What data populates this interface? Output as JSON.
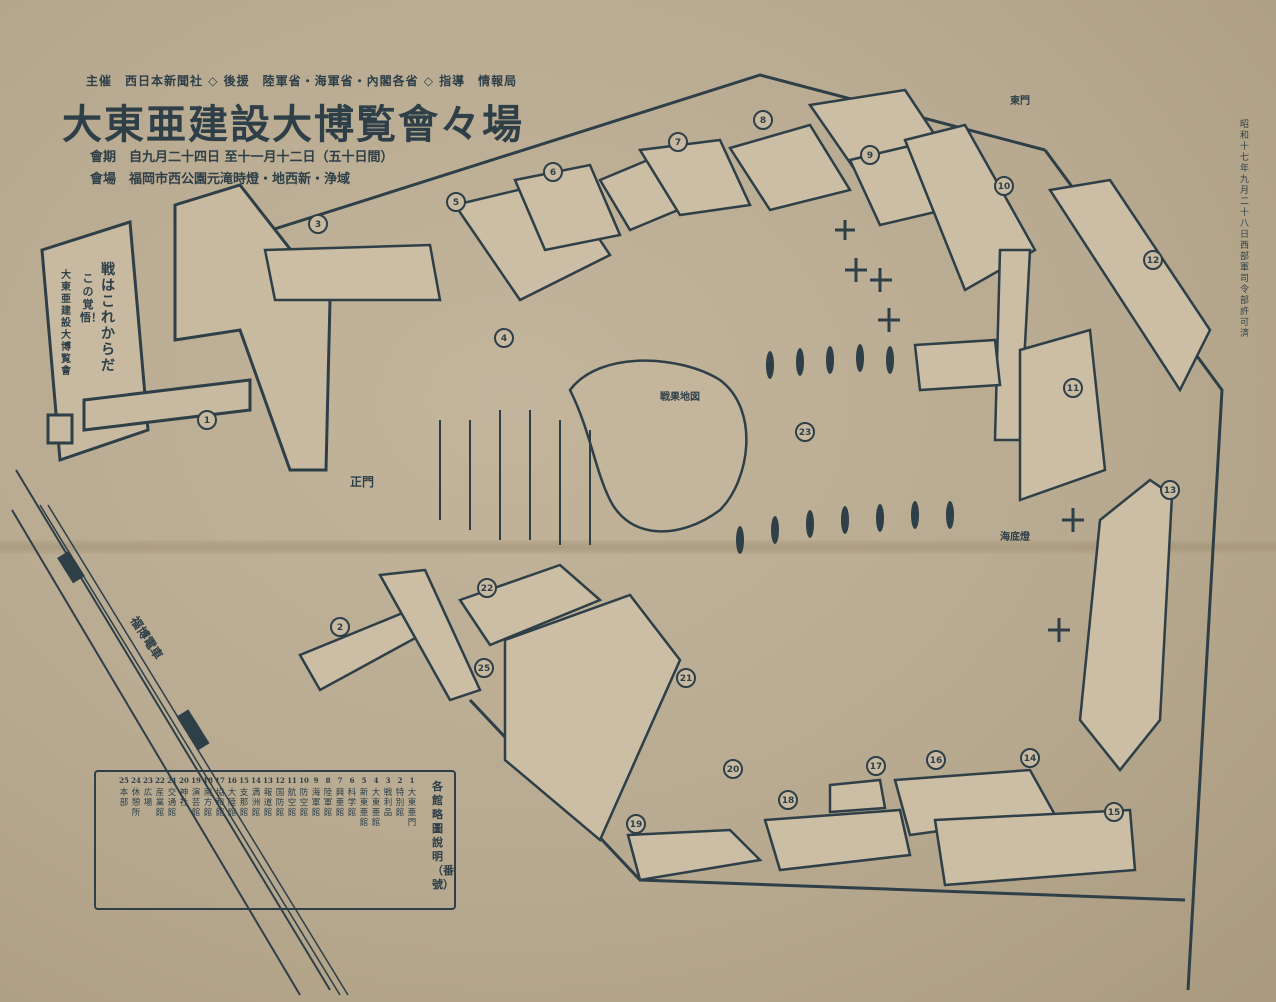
{
  "header": {
    "sponsors": "主催　西日本新聞社 ◇ 後援　陸軍省・海軍省・內閣各省 ◇ 指導　情報局",
    "title": "大東亜建設大博覧會々場",
    "period": "會期　自九月二十四日 至十一月十二日（五十日間）",
    "venue": "會場　福岡市西公園元滝時燈・地西新・浄域"
  },
  "permit_note": "昭和十七年九月二十八日西部軍司令部許可済",
  "map_labels": {
    "main_gate": "正門",
    "east_gate": "東門",
    "rail_line": "福博電車",
    "battle_map": "戦果地図",
    "lighthouse": "海底燈"
  },
  "gate_panel": {
    "slogan1": "戦はこれからだ",
    "slogan2": "この覚悟！",
    "banner": "大東亜建設大博覧會"
  },
  "legend": {
    "title": "各館略圖說明（番號）",
    "items": [
      {
        "n": "1",
        "label": "大東亜門"
      },
      {
        "n": "2",
        "label": "特別館"
      },
      {
        "n": "3",
        "label": "戦利品"
      },
      {
        "n": "4",
        "label": "大東亜館"
      },
      {
        "n": "5",
        "label": "新東亜館"
      },
      {
        "n": "6",
        "label": "科学館"
      },
      {
        "n": "7",
        "label": "興亜館"
      },
      {
        "n": "8",
        "label": "陸軍館"
      },
      {
        "n": "9",
        "label": "海軍館"
      },
      {
        "n": "10",
        "label": "防空館"
      },
      {
        "n": "11",
        "label": "航空館"
      },
      {
        "n": "12",
        "label": "国防館"
      },
      {
        "n": "13",
        "label": "報道館"
      },
      {
        "n": "14",
        "label": "満洲館"
      },
      {
        "n": "15",
        "label": "支那館"
      },
      {
        "n": "16",
        "label": "大陸館"
      },
      {
        "n": "17",
        "label": "協和館"
      },
      {
        "n": "18",
        "label": "南方館"
      },
      {
        "n": "19",
        "label": "演芸館"
      },
      {
        "n": "20",
        "label": "神社"
      },
      {
        "n": "21",
        "label": "交通館"
      },
      {
        "n": "22",
        "label": "産業館"
      },
      {
        "n": "23",
        "label": "広場"
      },
      {
        "n": "24",
        "label": "休憩所"
      },
      {
        "n": "25",
        "label": "本部"
      }
    ]
  },
  "colors": {
    "ink": "#2e3f48",
    "paper": "#bcae94"
  }
}
